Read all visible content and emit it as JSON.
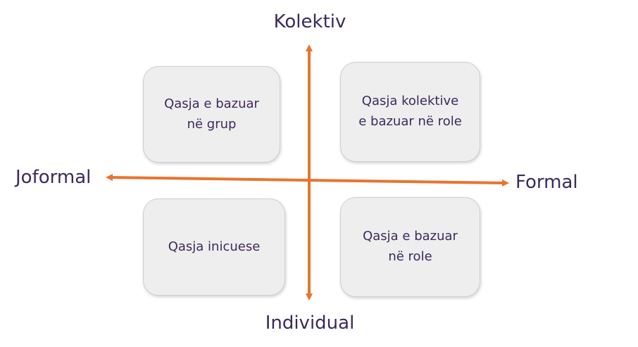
{
  "axes": {
    "top_label": "Kolektiv",
    "bottom_label": "Individual",
    "left_label": "Joformal",
    "right_label": "Formal",
    "arrow_color": "#e8742e"
  },
  "quadrants": {
    "top_left": {
      "line1": "Qasja e bazuar",
      "line2": "në grup"
    },
    "top_right": {
      "line1": "Qasja kolektive",
      "line2": "e bazuar në role"
    },
    "bottom_left": {
      "line1": "Qasja inicuese",
      "line2": ""
    },
    "bottom_right": {
      "line1": "Qasja e bazuar",
      "line2": "në role"
    }
  },
  "colors": {
    "text": "#3b2a5c",
    "box_fill": "#eeeeee",
    "box_border": "#cfcfcf"
  }
}
